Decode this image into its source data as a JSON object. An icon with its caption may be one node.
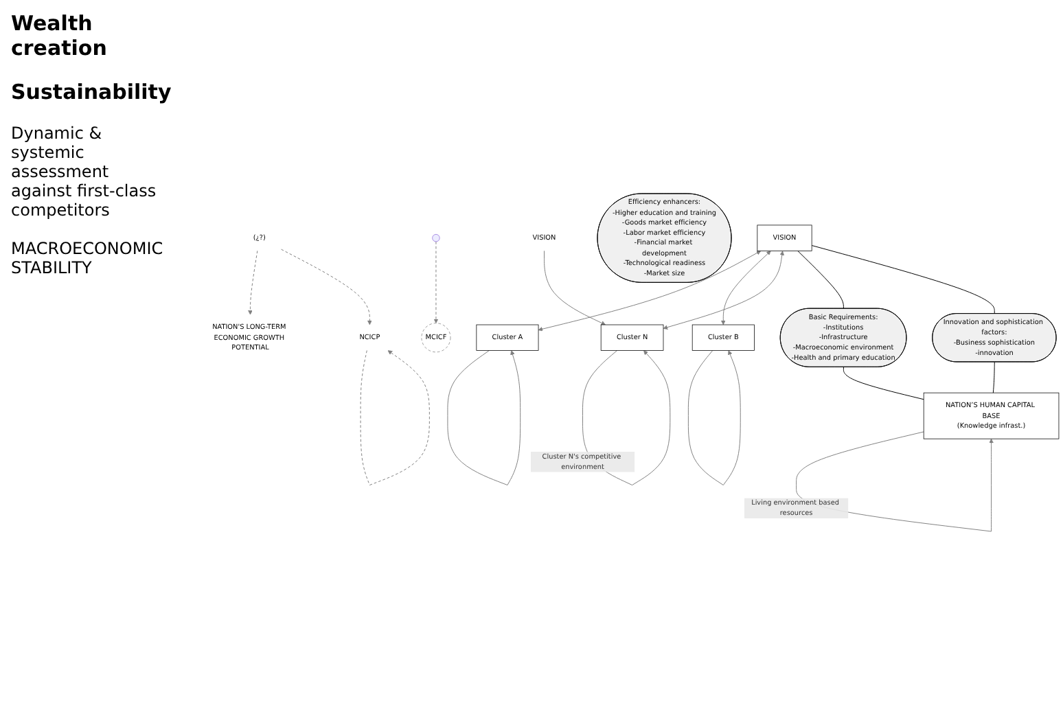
{
  "diagram": {
    "nodes": [
      {
        "text": [
          "(¿?)"
        ]
      },
      {
        "text": [
          "NATION'S LONG-TERM ECONOMIC GROWTH POTENTIAL"
        ]
      },
      {
        "text": [
          "MCICF"
        ]
      },
      {
        "text": [
          "VISION"
        ]
      },
      {
        "text": [
          "Cluster A"
        ]
      },
      {
        "text": [
          "Cluster B"
        ]
      },
      {
        "text": [
          "Cluster N"
        ]
      },
      {
        "text": [
          "VISION"
        ]
      },
      {
        "text": [
          "NCICP"
        ]
      },
      {
        "text": [
          "Basic Requirements:",
          "-Institutions",
          "-Infrastructure",
          "-Macroeconomic environment",
          "-Health and primary education"
        ]
      },
      {
        "text": [
          "Innovation and sophistication factors:",
          "-Business sophistication",
          "-innovation"
        ]
      },
      {
        "text": [
          "Efficiency enhancers:",
          "-Higher education and training",
          "-Goods market efficiency",
          "-Labor market efficiency",
          "-Financial market development",
          "-Technological readiness",
          "-Market size"
        ]
      },
      {
        "text": [
          "NATION’S HUMAN CAPITAL BASE",
          "(Knowledge infrast.)"
        ]
      }
    ],
    "edges": [
      {
        "from": 0,
        "to": 1,
        "arrow": "to",
        "style": "dashed"
      },
      {
        "from": 0,
        "to": 8,
        "arrow": "to",
        "style": "dashed"
      },
      {
        "from": null,
        "to": 2,
        "arrow": "to",
        "style": "dashed"
      },
      {
        "from": 8,
        "to": 8,
        "arrow": "to",
        "style": "dashed"
      },
      {
        "from": 3,
        "to": 6,
        "arrow": "to"
      },
      {
        "from": 4,
        "to": 4,
        "arrow": "to"
      },
      {
        "from": 5,
        "to": 5,
        "arrow": "to"
      },
      {
        "from": 6,
        "to": 6,
        "arrow": "to",
        "label": "Cluster N's competitive environment"
      },
      {
        "from": 7,
        "to": 4,
        "arrow": "both"
      },
      {
        "from": 7,
        "to": 5,
        "arrow": "both"
      },
      {
        "from": 7,
        "to": 6,
        "arrow": "both"
      },
      {
        "from": 7,
        "to": 9,
        "arrow": "none",
        "color": "#000000"
      },
      {
        "from": 7,
        "to": 10,
        "arrow": "none",
        "color": "#000000"
      },
      {
        "from": 9,
        "to": 12,
        "arrow": "none",
        "color": "#000000"
      },
      {
        "from": 10,
        "to": 12,
        "arrow": "none",
        "color": "#000000"
      },
      {
        "from": 12,
        "to": 12,
        "arrow": "to",
        "label": "Living environment based resources"
      }
    ],
    "labels": [
      "Wealth creation",
      "Sustainability",
      "Dynamic & systemic assessment against first-class competitors",
      "MACROECONOMIC STABILITY"
    ]
  }
}
